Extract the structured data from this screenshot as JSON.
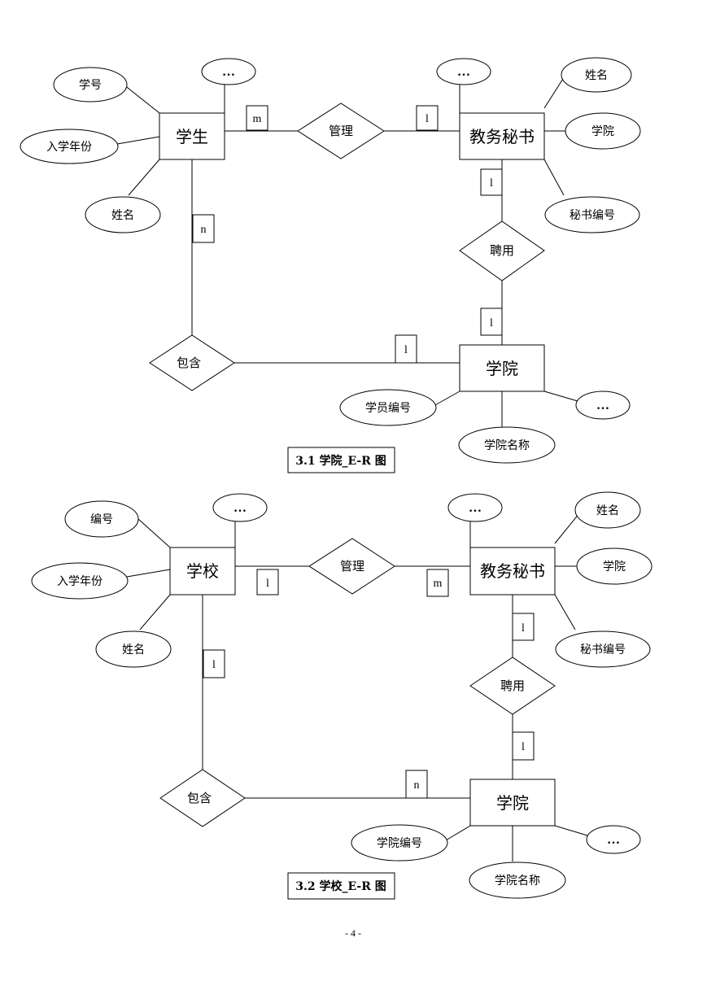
{
  "diagram1": {
    "caption": "3.1 学院_E-R 图",
    "entity_student": "学生",
    "entity_secretary": "教务秘书",
    "entity_college": "学院",
    "rel_manage": "管理",
    "rel_hire": "聘用",
    "rel_contain": "包含",
    "attr_student_id": "学号",
    "attr_enroll_year": "入学年份",
    "attr_student_name": "姓名",
    "attr_sec_name": "姓名",
    "attr_sec_college": "学院",
    "attr_sec_id": "秘书编号",
    "attr_member_id": "学员编号",
    "attr_college_name": "学院名称",
    "ellipsis": "…",
    "card_student_manage": "m",
    "card_secretary_manage": "l",
    "card_secretary_hire": "l",
    "card_college_hire": "l",
    "card_student_contain": "n",
    "card_college_contain": "l"
  },
  "diagram2": {
    "caption": "3.2 学校_E-R 图",
    "entity_school": "学校",
    "entity_secretary": "教务秘书",
    "entity_college": "学院",
    "rel_manage": "管理",
    "rel_hire": "聘用",
    "rel_contain": "包含",
    "attr_id": "编号",
    "attr_enroll_year": "入学年份",
    "attr_name": "姓名",
    "attr_sec_name": "姓名",
    "attr_sec_college": "学院",
    "attr_sec_id": "秘书编号",
    "attr_college_id": "学院编号",
    "attr_college_name": "学院名称",
    "ellipsis": "…",
    "card_school_manage": "l",
    "card_secretary_manage": "m",
    "card_secretary_hire": "l",
    "card_college_hire": "l",
    "card_school_contain": "l",
    "card_college_contain": "n"
  },
  "page_number": "- 4 -"
}
